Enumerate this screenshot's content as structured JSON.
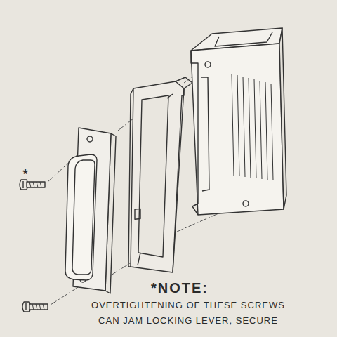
{
  "diagram": {
    "labels": [
      "*",
      "*NOTE:",
      "OVERTIGHTENING OF THESE SCREWS",
      "CAN JAM LOCKING LEVER, SECURE"
    ]
  }
}
